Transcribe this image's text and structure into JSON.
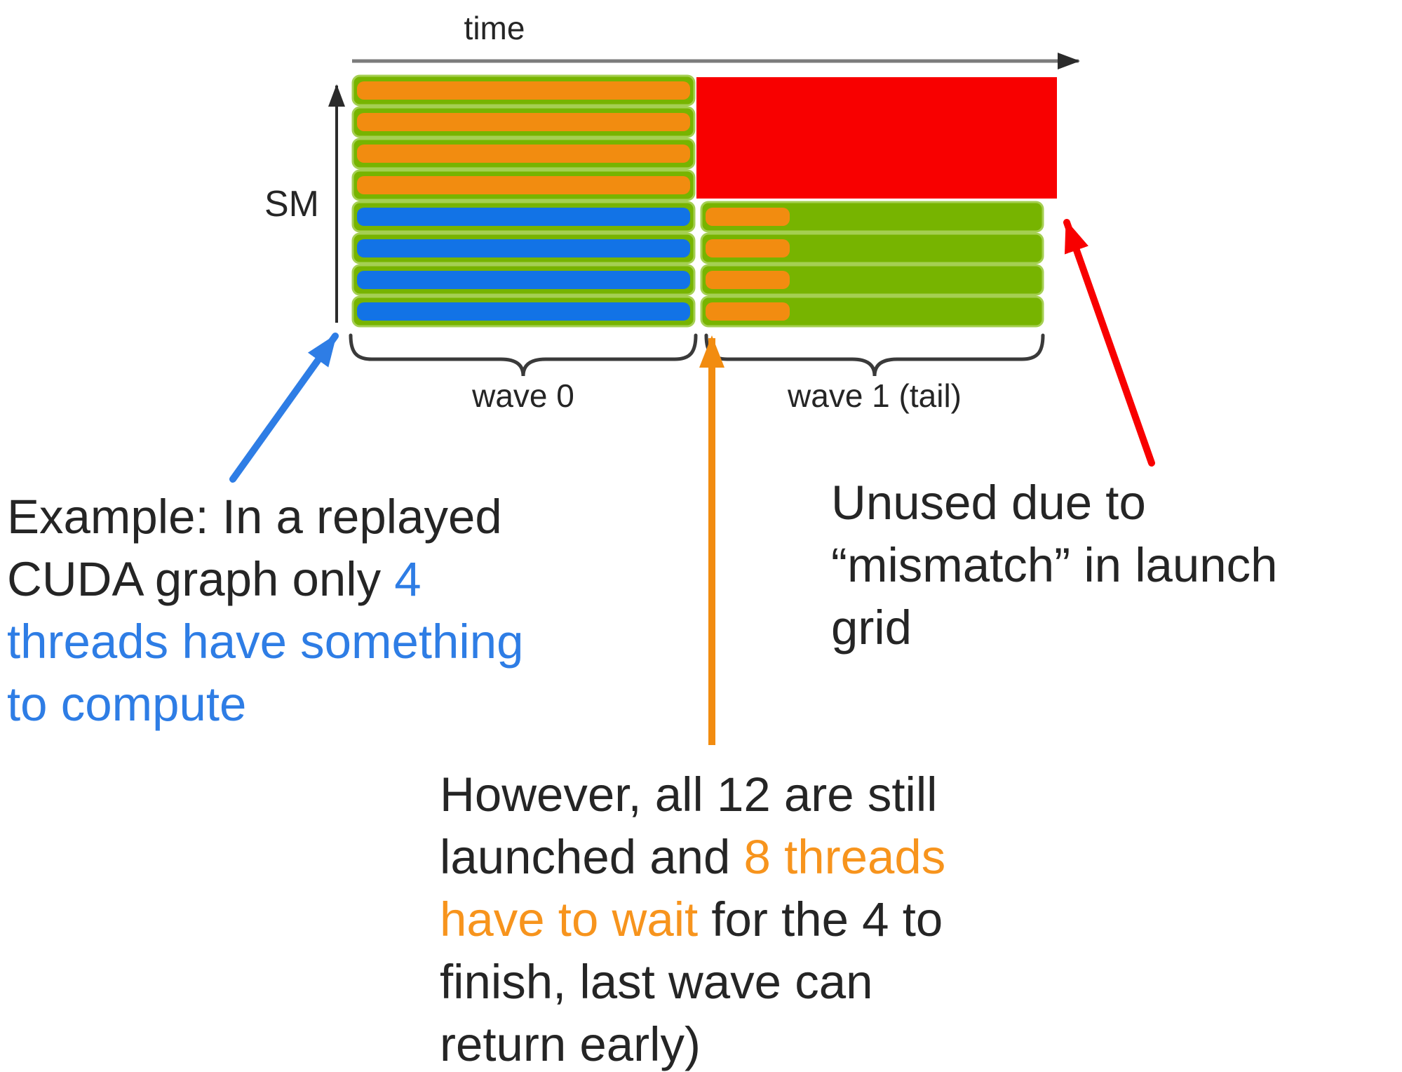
{
  "diagram": {
    "time_label": "time",
    "sm_label": "SM",
    "wave0_label": "wave 0",
    "wave1_label": "wave 1 (tail)",
    "colors": {
      "green": "#77b400",
      "green_border": "#a5cf52",
      "orange": "#f28c10",
      "orange_text": "#f7941d",
      "blue": "#1273e6",
      "blue_accent": "#2e7de5",
      "red": "#f80000",
      "axis": "#7b7b7b",
      "axis_dark": "#2b2b2b",
      "brace": "#3a3a3a",
      "text": "#252525"
    },
    "rows": [
      {
        "stripe": "orange",
        "tail": false
      },
      {
        "stripe": "orange",
        "tail": false
      },
      {
        "stripe": "orange",
        "tail": false
      },
      {
        "stripe": "orange",
        "tail": false
      },
      {
        "stripe": "blue",
        "tail": true
      },
      {
        "stripe": "blue",
        "tail": true
      },
      {
        "stripe": "blue",
        "tail": true
      },
      {
        "stripe": "blue",
        "tail": true
      }
    ]
  },
  "annotations": {
    "example": {
      "lines": [
        [
          {
            "t": "Example: In a replayed",
            "c": "dark"
          }
        ],
        [
          {
            "t": "CUDA graph only ",
            "c": "dark"
          },
          {
            "t": "4",
            "c": "blue"
          }
        ],
        [
          {
            "t": "threads have something",
            "c": "blue"
          }
        ],
        [
          {
            "t": "to compute",
            "c": "blue"
          }
        ]
      ]
    },
    "however": {
      "lines": [
        [
          {
            "t": "However, all 12 are still",
            "c": "dark"
          }
        ],
        [
          {
            "t": "launched and ",
            "c": "dark"
          },
          {
            "t": "8 threads",
            "c": "orange"
          }
        ],
        [
          {
            "t": "have to wait",
            "c": "orange"
          },
          {
            "t": " for the 4 to",
            "c": "dark"
          }
        ],
        [
          {
            "t": "finish, last wave can",
            "c": "dark"
          }
        ],
        [
          {
            "t": "return early)",
            "c": "dark"
          }
        ]
      ]
    },
    "unused": {
      "lines": [
        [
          {
            "t": "Unused due to",
            "c": "dark"
          }
        ],
        [
          {
            "t": "“mismatch” in launch",
            "c": "dark"
          }
        ],
        [
          {
            "t": "grid",
            "c": "dark"
          }
        ]
      ]
    }
  }
}
